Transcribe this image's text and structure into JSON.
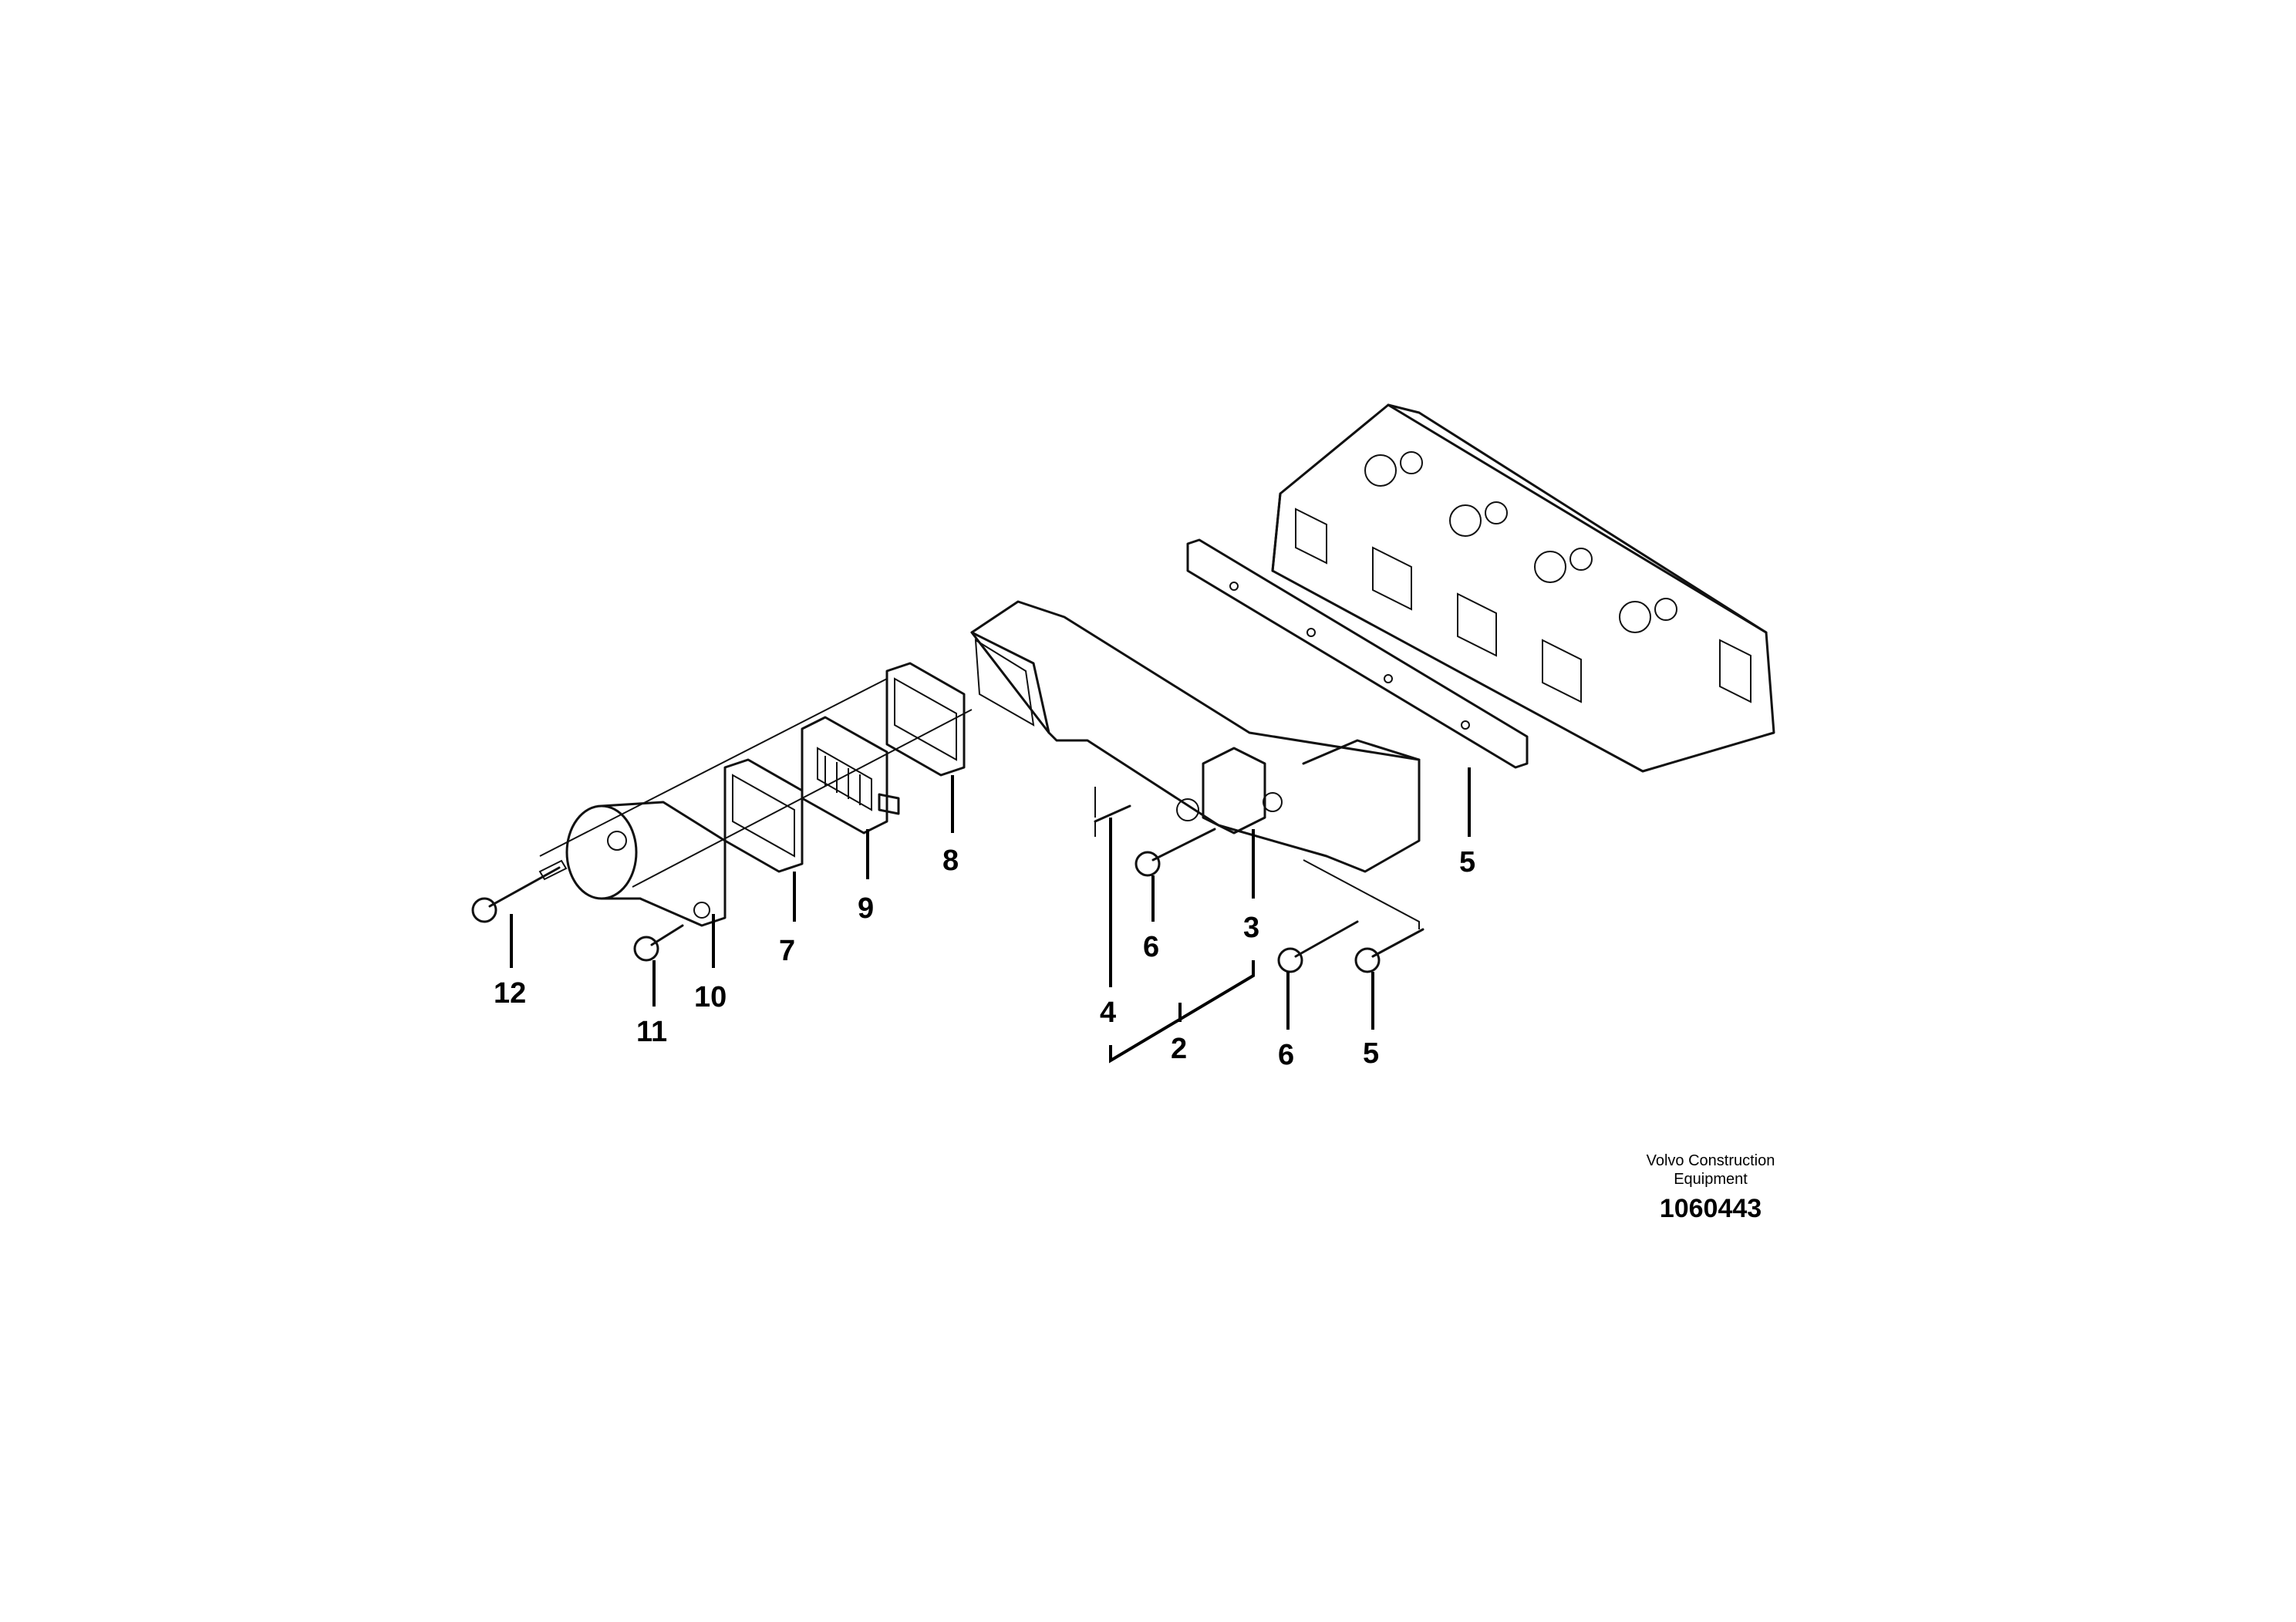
{
  "callouts": {
    "c12": "12",
    "c11": "11",
    "c10": "10",
    "c7": "7",
    "c9": "9",
    "c8": "8",
    "c6a": "6",
    "c3": "3",
    "c4": "4",
    "c2": "2",
    "c6b": "6",
    "c5a": "5",
    "c5b": "5"
  },
  "footer": {
    "company_line1": "Volvo Construction",
    "company_line2": "Equipment",
    "drawing_number": "1060443"
  }
}
